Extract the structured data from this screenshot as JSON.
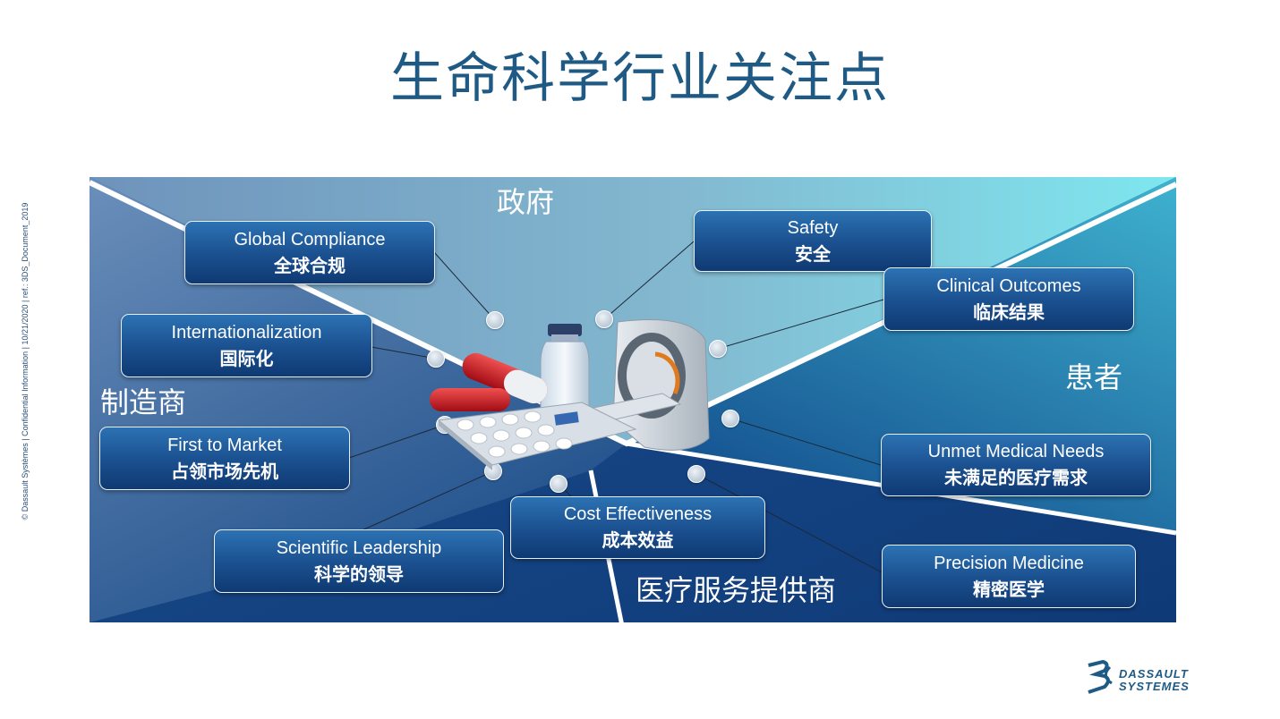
{
  "title": "生命科学行业关注点",
  "side_note": "© Dassault Systèmes | Confidential Information | 10/21/2020 | ref.: 3DS_Document_2019",
  "stakeholders": {
    "government": "政府",
    "manufacturer": "制造商",
    "patient": "患者",
    "provider": "医疗服务提供商"
  },
  "topics": [
    {
      "en": "Global Compliance",
      "zh": "全球合规"
    },
    {
      "en": "Internationalization",
      "zh": "国际化"
    },
    {
      "en": "First to Market",
      "zh": "占领市场先机"
    },
    {
      "en": "Scientific Leadership",
      "zh": "科学的领导"
    },
    {
      "en": "Cost Effectiveness",
      "zh": "成本效益"
    },
    {
      "en": "Safety",
      "zh": "安全"
    },
    {
      "en": "Clinical Outcomes",
      "zh": "临床结果"
    },
    {
      "en": "Unmet Medical Needs",
      "zh": "未满足的医疗需求"
    },
    {
      "en": "Precision Medicine",
      "zh": "精密医学"
    }
  ],
  "logo": {
    "line1": "DASSAULT",
    "line2": "SYSTEMES",
    "icon": "3ds-logo-icon"
  },
  "colors": {
    "title": "#1f5a85",
    "box": "#1a4f8e",
    "panel_dark": "#133f7c",
    "panel_light": "#7fe6ee"
  }
}
